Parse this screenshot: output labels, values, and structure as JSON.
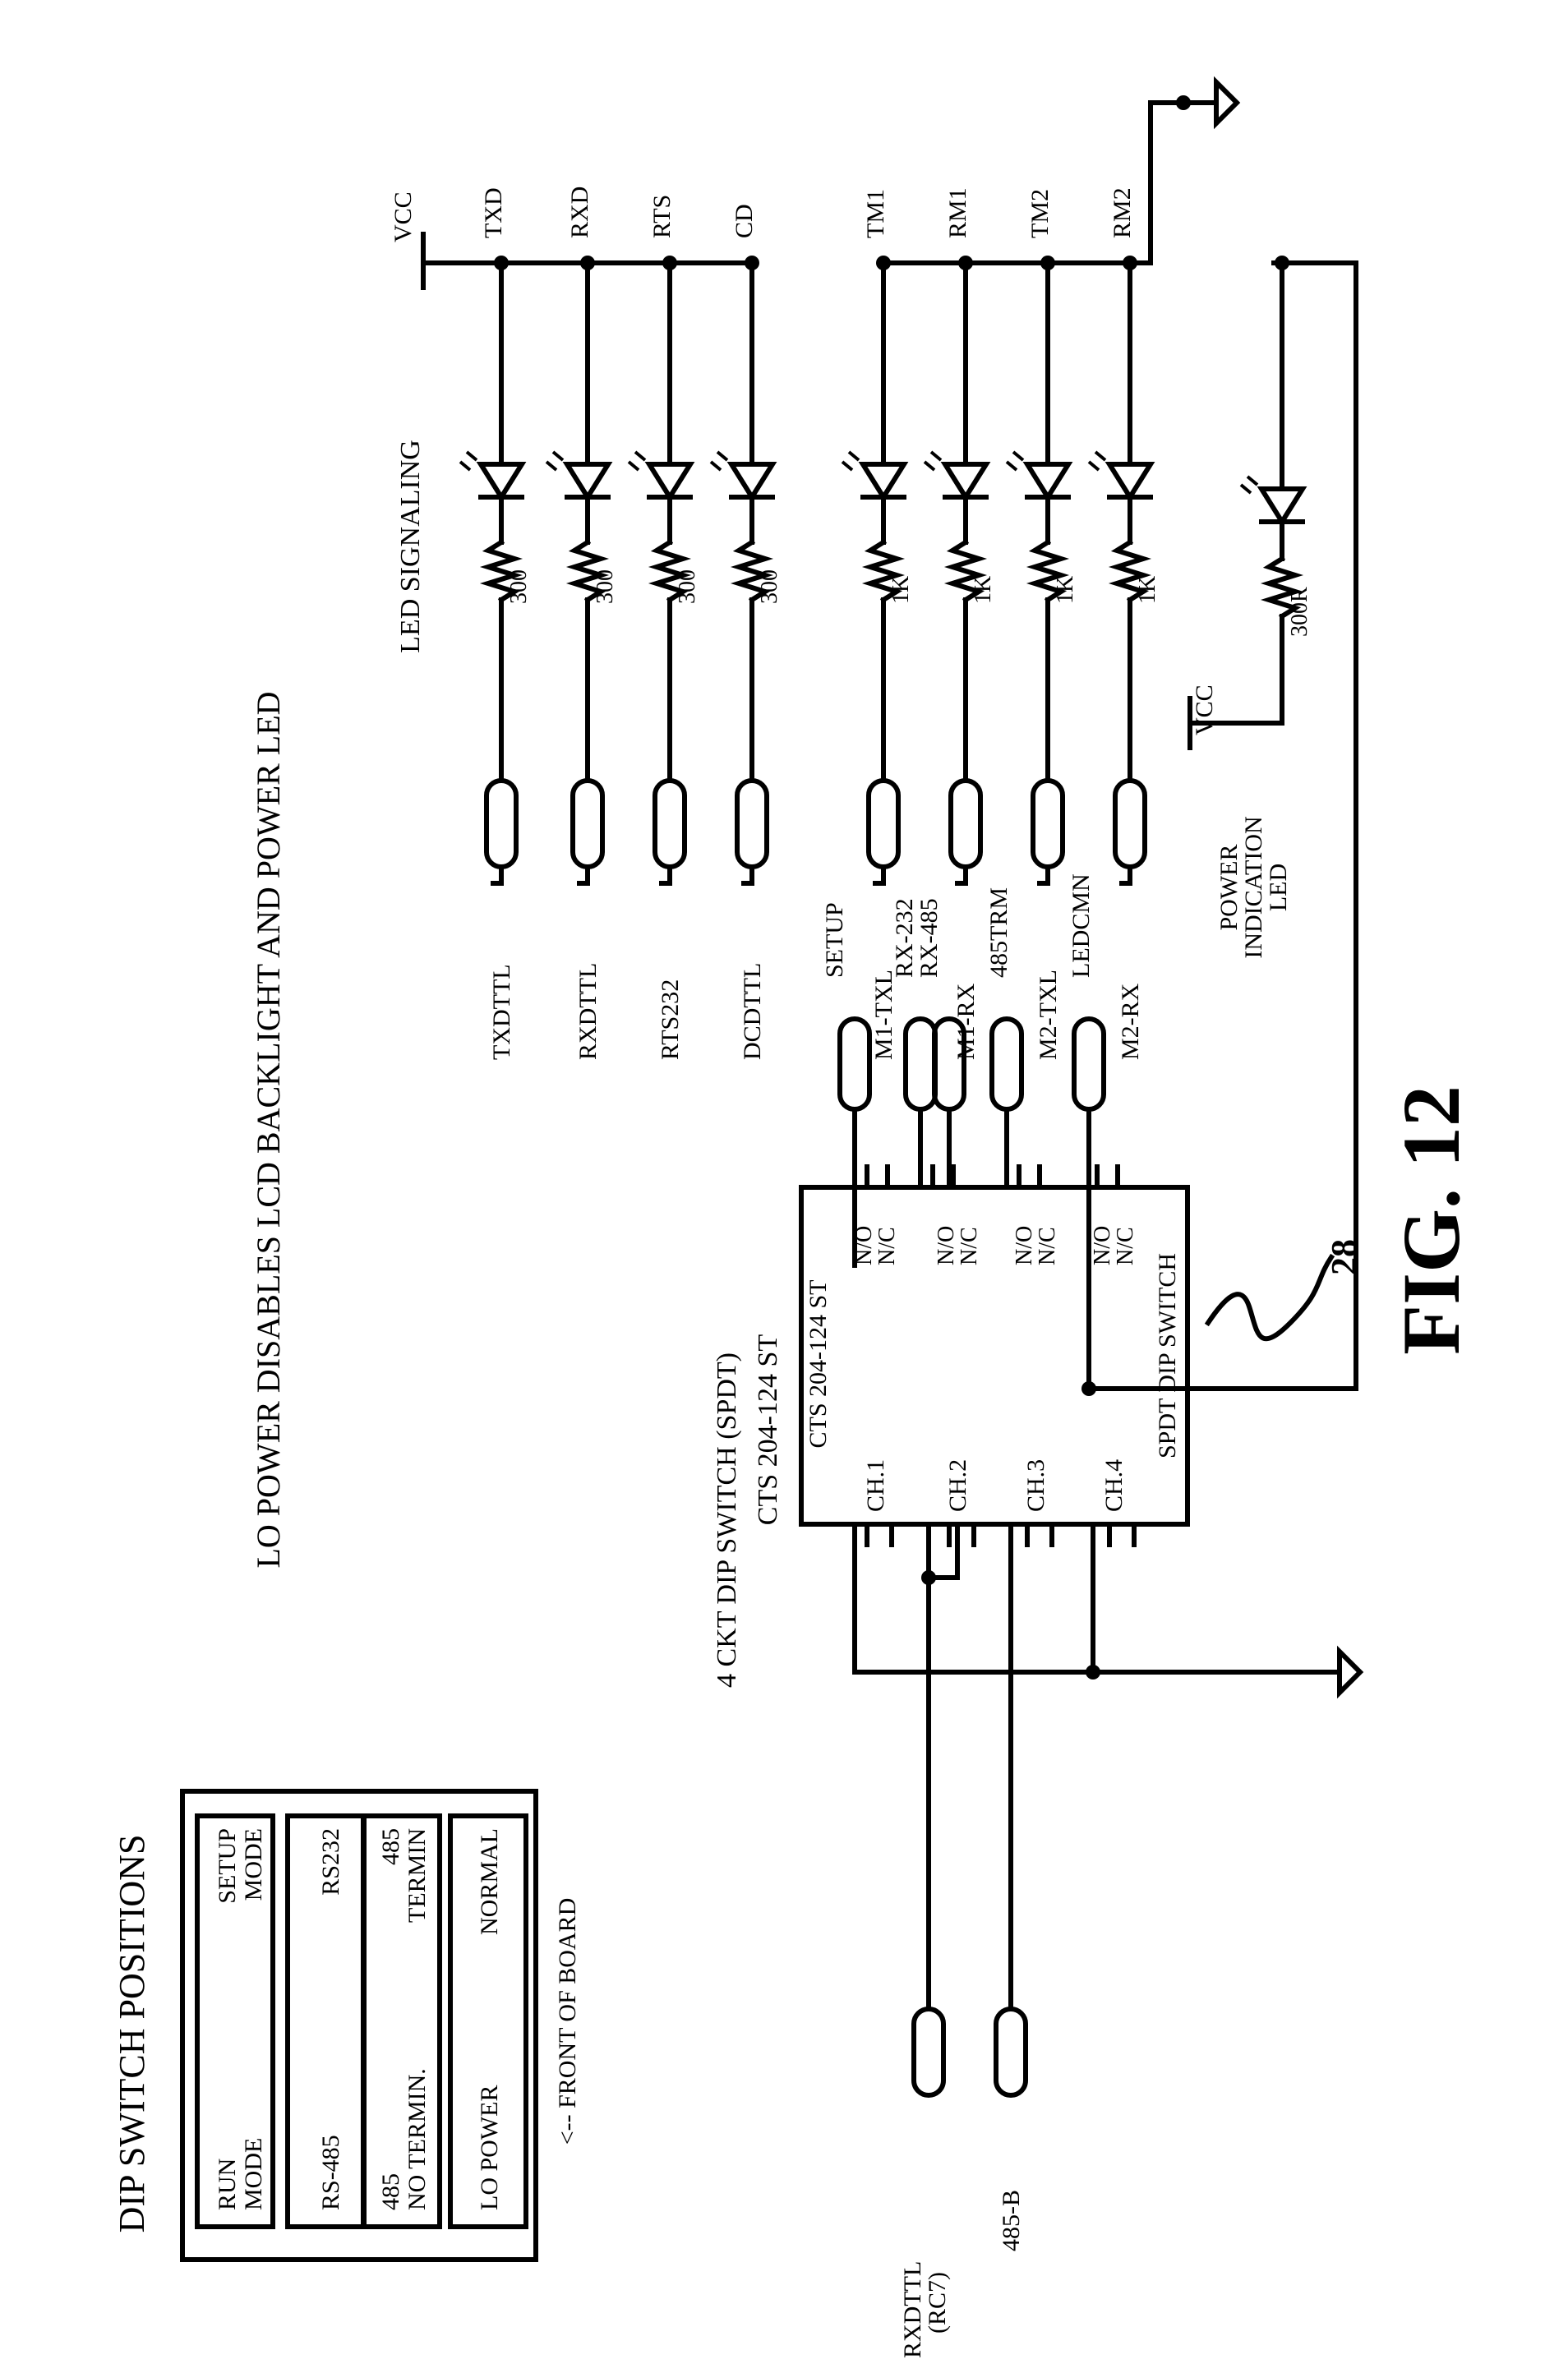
{
  "figure": {
    "caption": "FIG. 12",
    "reference_numeral": "28"
  },
  "dip_panel": {
    "title": "DIP SWITCH POSITIONS",
    "front_label": "<-- FRONT OF BOARD",
    "rows": [
      {
        "left": [
          "RUN",
          "MODE"
        ],
        "right": [
          "SETUP",
          "MODE"
        ]
      },
      {
        "left": [
          "RS-485"
        ],
        "right": [
          "RS232"
        ]
      },
      {
        "left": [
          "485",
          "NO TERMIN."
        ],
        "right": [
          "485",
          "TERMIN"
        ]
      },
      {
        "left": [
          "LO POWER"
        ],
        "right": [
          "NORMAL"
        ]
      }
    ]
  },
  "note": "LO POWER DISABLES LCD BACKLIGHT AND POWER LED",
  "led_section": {
    "title": "LED SIGNALING",
    "vcc": "VCC",
    "bus_top": [
      {
        "signal": "TXD",
        "connector": "TXDTTL",
        "resistor": "300"
      },
      {
        "signal": "RXD",
        "connector": "RXDTTL",
        "resistor": "300"
      },
      {
        "signal": "RTS",
        "connector": "RTS232",
        "resistor": "300"
      },
      {
        "signal": "CD",
        "connector": "DCDTTL",
        "resistor": "300"
      }
    ],
    "bus_bottom": [
      {
        "signal": "TM1",
        "connector": "M1-TXL",
        "resistor": "1K"
      },
      {
        "signal": "RM1",
        "connector": "M1-RX",
        "resistor": "1K"
      },
      {
        "signal": "TM2",
        "connector": "M2-TXL",
        "resistor": "1K"
      },
      {
        "signal": "RM2",
        "connector": "M2-RX",
        "resistor": "1K"
      }
    ],
    "power_led": {
      "vcc": "VCC",
      "resistor": "300R",
      "label": [
        "POWER",
        "INDICATION",
        "LED"
      ]
    }
  },
  "switch": {
    "title_lines": [
      "4 CKT DIP SWITCH (SPDT)",
      "CTS 204-124 ST"
    ],
    "body_top": "CTS 204-124 ST",
    "body_bottom": "SPDT DIP SWITCH",
    "channels": [
      "CH.1",
      "CH.2",
      "CH.3",
      "CH.4"
    ],
    "contacts": [
      "N/O",
      "N/C"
    ],
    "outputs": [
      {
        "label": "SETUP"
      },
      {
        "label": [
          "RX-232",
          "RX-485"
        ]
      },
      {
        "label": "485TRM"
      },
      {
        "label": "LEDCMN"
      }
    ],
    "inputs": [
      {
        "label": [
          "RXDTTL",
          "(RC7)"
        ]
      },
      {
        "label": "485-B"
      }
    ]
  }
}
